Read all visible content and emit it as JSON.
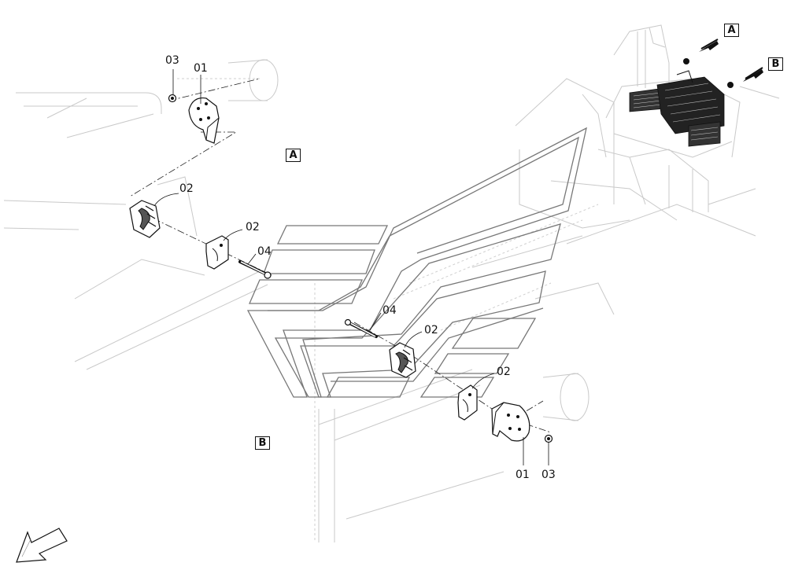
{
  "parts": {
    "bracket": "01",
    "clamp": "02",
    "nut": "03",
    "bolt": "04"
  },
  "views": {
    "a": "A",
    "b": "B"
  },
  "colors": {
    "line": "#111111",
    "ghost": "#c9c9c9",
    "logo": "#777777"
  },
  "icons": {
    "orientation": "orientation-arrow-icon",
    "view": "view-arrow-icon"
  }
}
